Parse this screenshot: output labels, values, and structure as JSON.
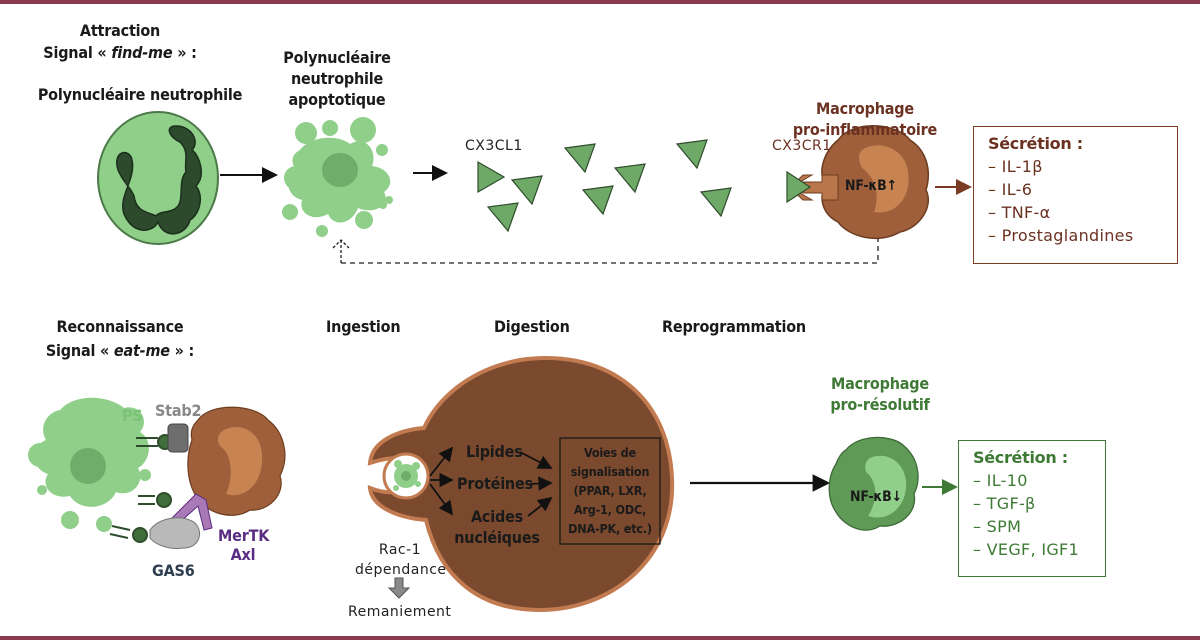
{
  "top_section": {
    "attraction_title": "Attraction",
    "signal_prefix": "Signal « ",
    "signal_term": "find-me",
    "signal_suffix": " » :",
    "neutrophil_label": "Polynucléaire neutrophile",
    "apoptotic_label_lines": [
      "Polynucléaire",
      "neutrophile",
      "apoptotique"
    ],
    "ligand_label": "CX3CL1",
    "receptor_label": "CX3CR1",
    "macrophage_inflam_lines": [
      "Macrophage",
      "pro-inflammatoire"
    ],
    "nfkb_inflam": "NF-κB↑",
    "secretion_box": {
      "title": "Sécrétion :",
      "items": [
        "– IL-1β",
        "– IL-6",
        "– TNF-α",
        "– Prostaglandines"
      ]
    }
  },
  "bottom_section": {
    "recognition_title": "Reconnaissance",
    "signal_prefix": "Signal « ",
    "signal_term": "eat-me",
    "signal_suffix": " » :",
    "ps_label": "PS",
    "stab2_label": "Stab2",
    "mertk_label": "MerTK",
    "axl_label": "Axl",
    "gas6_label": "GAS6",
    "step_ingestion": "Ingestion",
    "step_digestion": "Digestion",
    "step_reprogrammation": "Reprogrammation",
    "lipides": "Lipides",
    "proteines": "Protéines",
    "acides_lines": [
      "Acides",
      "nucléiques"
    ],
    "signaling_box_lines": [
      "Voies de",
      "signalisation",
      "(PPAR, LXR,",
      "Arg-1, ODC,",
      "DNA-PK, etc.)"
    ],
    "rac1_lines": [
      "Rac-1",
      "dépendance"
    ],
    "remaniement": "Remaniement",
    "macrophage_resolutive_lines": [
      "Macrophage",
      "pro-résolutif"
    ],
    "nfkb_resolutive": "NF-κB↓",
    "secretion_box": {
      "title": "Sécrétion :",
      "items": [
        "– IL-10",
        "– TGF-β",
        "– SPM",
        "– VEGF, IGF1"
      ]
    }
  },
  "colors": {
    "rule": "#8e3a4e",
    "inflam_brown": "#6b3222",
    "resolutive_green": "#3e7a35",
    "cell_green": "#8fcf8a",
    "macrophage_brown": "#a9683f",
    "ps_green": "#8ccb86",
    "stab2_gray": "#8a8a8a",
    "mertk_purple": "#5a2d82",
    "gas6_navy": "#2e3e50"
  }
}
